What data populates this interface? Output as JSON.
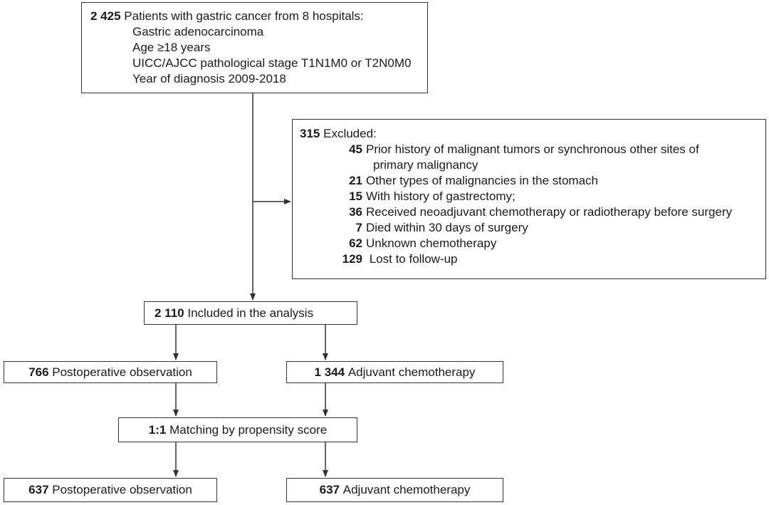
{
  "top": {
    "count": "2 425",
    "label": "Patients with gastric cancer from 8 hospitals:",
    "criteria": [
      "Gastric adenocarcinoma",
      "Age ≥18 years",
      "UICC/AJCC pathological stage T1N1M0 or T2N0M0",
      "Year of diagnosis 2009-2018"
    ]
  },
  "excluded": {
    "count": "315",
    "label": "Excluded:",
    "items": [
      {
        "count": "45",
        "text": "Prior history of malignant tumors or synchronous other sites of",
        "cont": "primary malignancy"
      },
      {
        "count": "21",
        "text": "Other types of malignancies in the stomach"
      },
      {
        "count": "15",
        "text": "With history of gastrectomy;"
      },
      {
        "count": "36",
        "text": "Received neoadjuvant chemotherapy or radiotherapy before surgery"
      },
      {
        "count": "7",
        "text": "Died within 30 days of surgery"
      },
      {
        "count": "62",
        "text": "Unknown chemotherapy"
      },
      {
        "count": "129",
        "text": " Lost to follow-up"
      }
    ]
  },
  "included": {
    "count": "2 110",
    "label": "Included in the analysis"
  },
  "observation": {
    "count": "766",
    "label": "Postoperative observation"
  },
  "adjuvant": {
    "count": "1 344",
    "label": "Adjuvant chemotherapy"
  },
  "matching": {
    "count": "1:1",
    "label": "Matching by propensity score"
  },
  "matched_observation": {
    "count": "637",
    "label": "Postoperative observation"
  },
  "matched_adjuvant": {
    "count": "637",
    "label": "Adjuvant chemotherapy"
  },
  "colors": {
    "line": "#333333",
    "text": "#1a1a1a"
  }
}
